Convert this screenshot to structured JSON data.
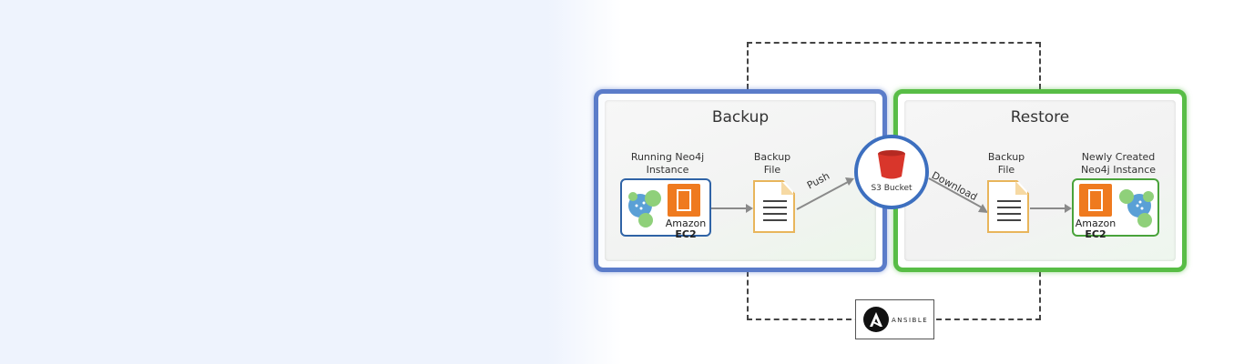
{
  "backup": {
    "title": "Backup",
    "source_label_line1": "Running Neo4j",
    "source_label_line2": "Instance",
    "file_label_line1": "Backup",
    "file_label_line2": "File",
    "arrow_label": "Push"
  },
  "restore": {
    "title": "Restore",
    "file_label_line1": "Backup",
    "file_label_line2": "File",
    "target_label_line1": "Newly Created",
    "target_label_line2": "Neo4j Instance",
    "arrow_label": "Download"
  },
  "ec2": {
    "brand": "Amazon",
    "service": "EC2"
  },
  "s3": {
    "label": "S3 Bucket"
  },
  "ansible": {
    "label": "ANSIBLE"
  },
  "colors": {
    "backup_border": "#5b7cc9",
    "restore_border": "#58bd46",
    "ec2_orange": "#ef7a1f",
    "s3_red": "#d9362b",
    "neo4j_green": "#8fd07a",
    "doc_border": "#e8b55b"
  }
}
